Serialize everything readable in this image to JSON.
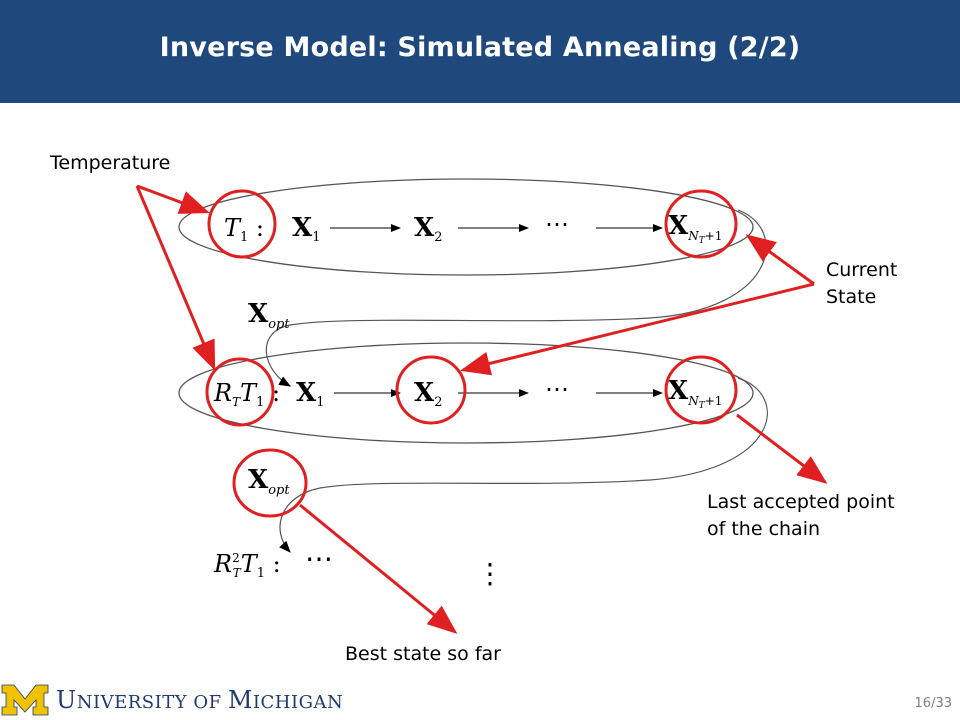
{
  "slide": {
    "title": "Inverse Model: Simulated Annealing (2/2)",
    "page_number": "16/33"
  },
  "annotations": {
    "temperature": "Temperature",
    "current_state": "Current\nState",
    "last_accepted": "Last accepted point\nof the chain",
    "best_state": "Best state so far"
  },
  "footer": {
    "university_prefix": "U",
    "university_rest": "NIVERSITY OF ",
    "university_m": "M",
    "university_end": "ICHIGAN"
  },
  "colors": {
    "header": "#1f497d",
    "highlight": "#e02020",
    "logo_maize": "#f2c200",
    "logo_blue": "#1f3b70"
  }
}
